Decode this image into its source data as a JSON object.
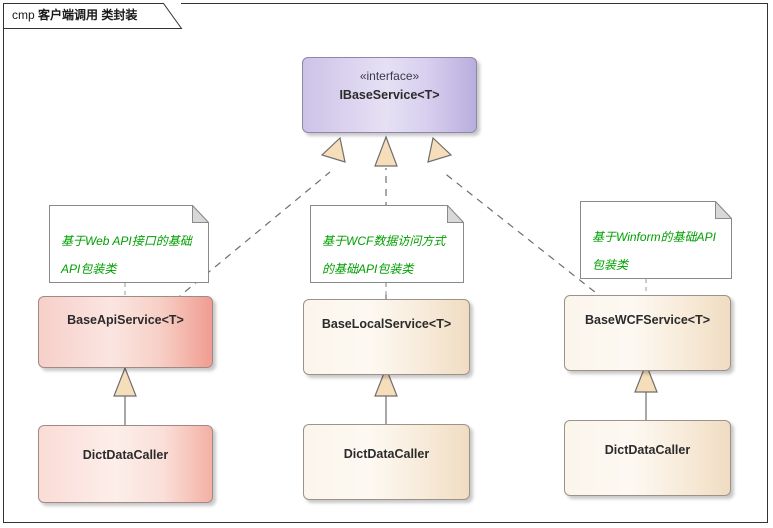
{
  "frame": {
    "keyword": "cmp",
    "title": "客户端调用 类封装"
  },
  "interface_node": {
    "stereotype": "«interface»",
    "name": "IBaseService<T>"
  },
  "services": [
    {
      "name": "BaseApiService<T>"
    },
    {
      "name": "BaseLocalService<T>"
    },
    {
      "name": "BaseWCFService<T>"
    }
  ],
  "callers": [
    {
      "name": "DictDataCaller"
    },
    {
      "name": "DictDataCaller"
    },
    {
      "name": "DictDataCaller"
    }
  ],
  "notes": [
    {
      "text": "基于Web API接口的基础\nAPI包装类"
    },
    {
      "text": "基于WCF数据访问方式\n的基础API包装类"
    },
    {
      "text": "基于Winform的基础API\n包装类"
    }
  ],
  "colors": {
    "interface_fill": "#d7cfee",
    "api_fill": "#f4b0a4",
    "beige_fill": "#f7ead8",
    "note_text": "#00a000",
    "connector": "#6e6e6e",
    "arrow_fill": "#f7debb",
    "frame_border": "#333333"
  }
}
